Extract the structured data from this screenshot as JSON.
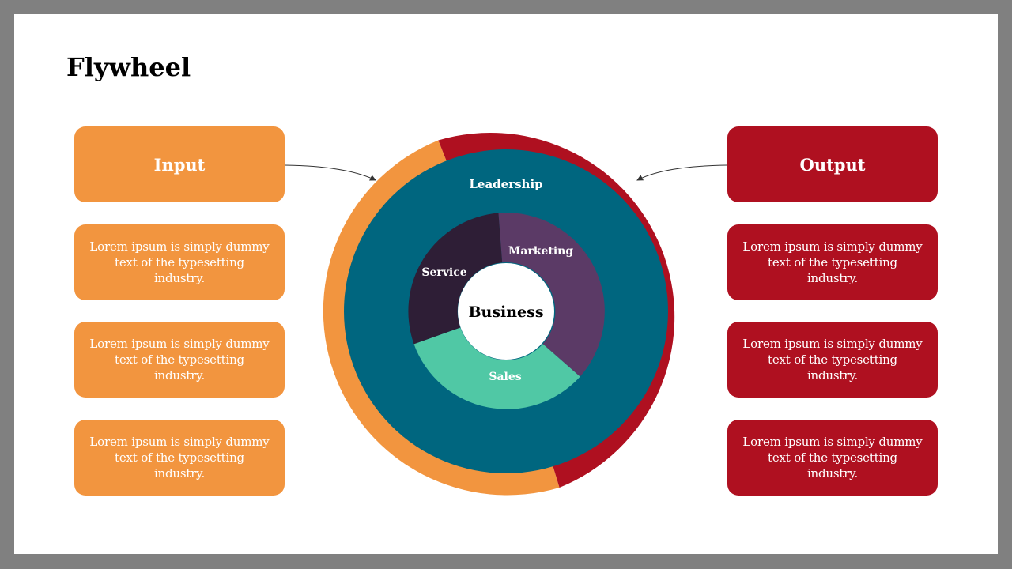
{
  "title": "Flywheel",
  "input": {
    "heading": "Input",
    "items": [
      "Lorem ipsum is simply dummy text of the typesetting industry.",
      "Lorem ipsum is simply dummy text of the typesetting industry.",
      "Lorem ipsum is simply dummy text of the typesetting industry."
    ]
  },
  "output": {
    "heading": "Output",
    "items": [
      "Lorem ipsum is simply dummy text of the typesetting industry.",
      "Lorem ipsum is simply dummy text of the typesetting industry.",
      "Lorem ipsum is simply dummy text of the typesetting industry."
    ]
  },
  "wheel": {
    "center_label": "Business",
    "outer_label": "Leadership",
    "segments": [
      "Marketing",
      "Sales",
      "Service"
    ]
  },
  "colors": {
    "orange": "#F2953F",
    "red": "#AF1020",
    "teal": "#00667F",
    "purple": "#5B3A66",
    "green": "#50C8A5",
    "dark": "#2E1E36"
  }
}
